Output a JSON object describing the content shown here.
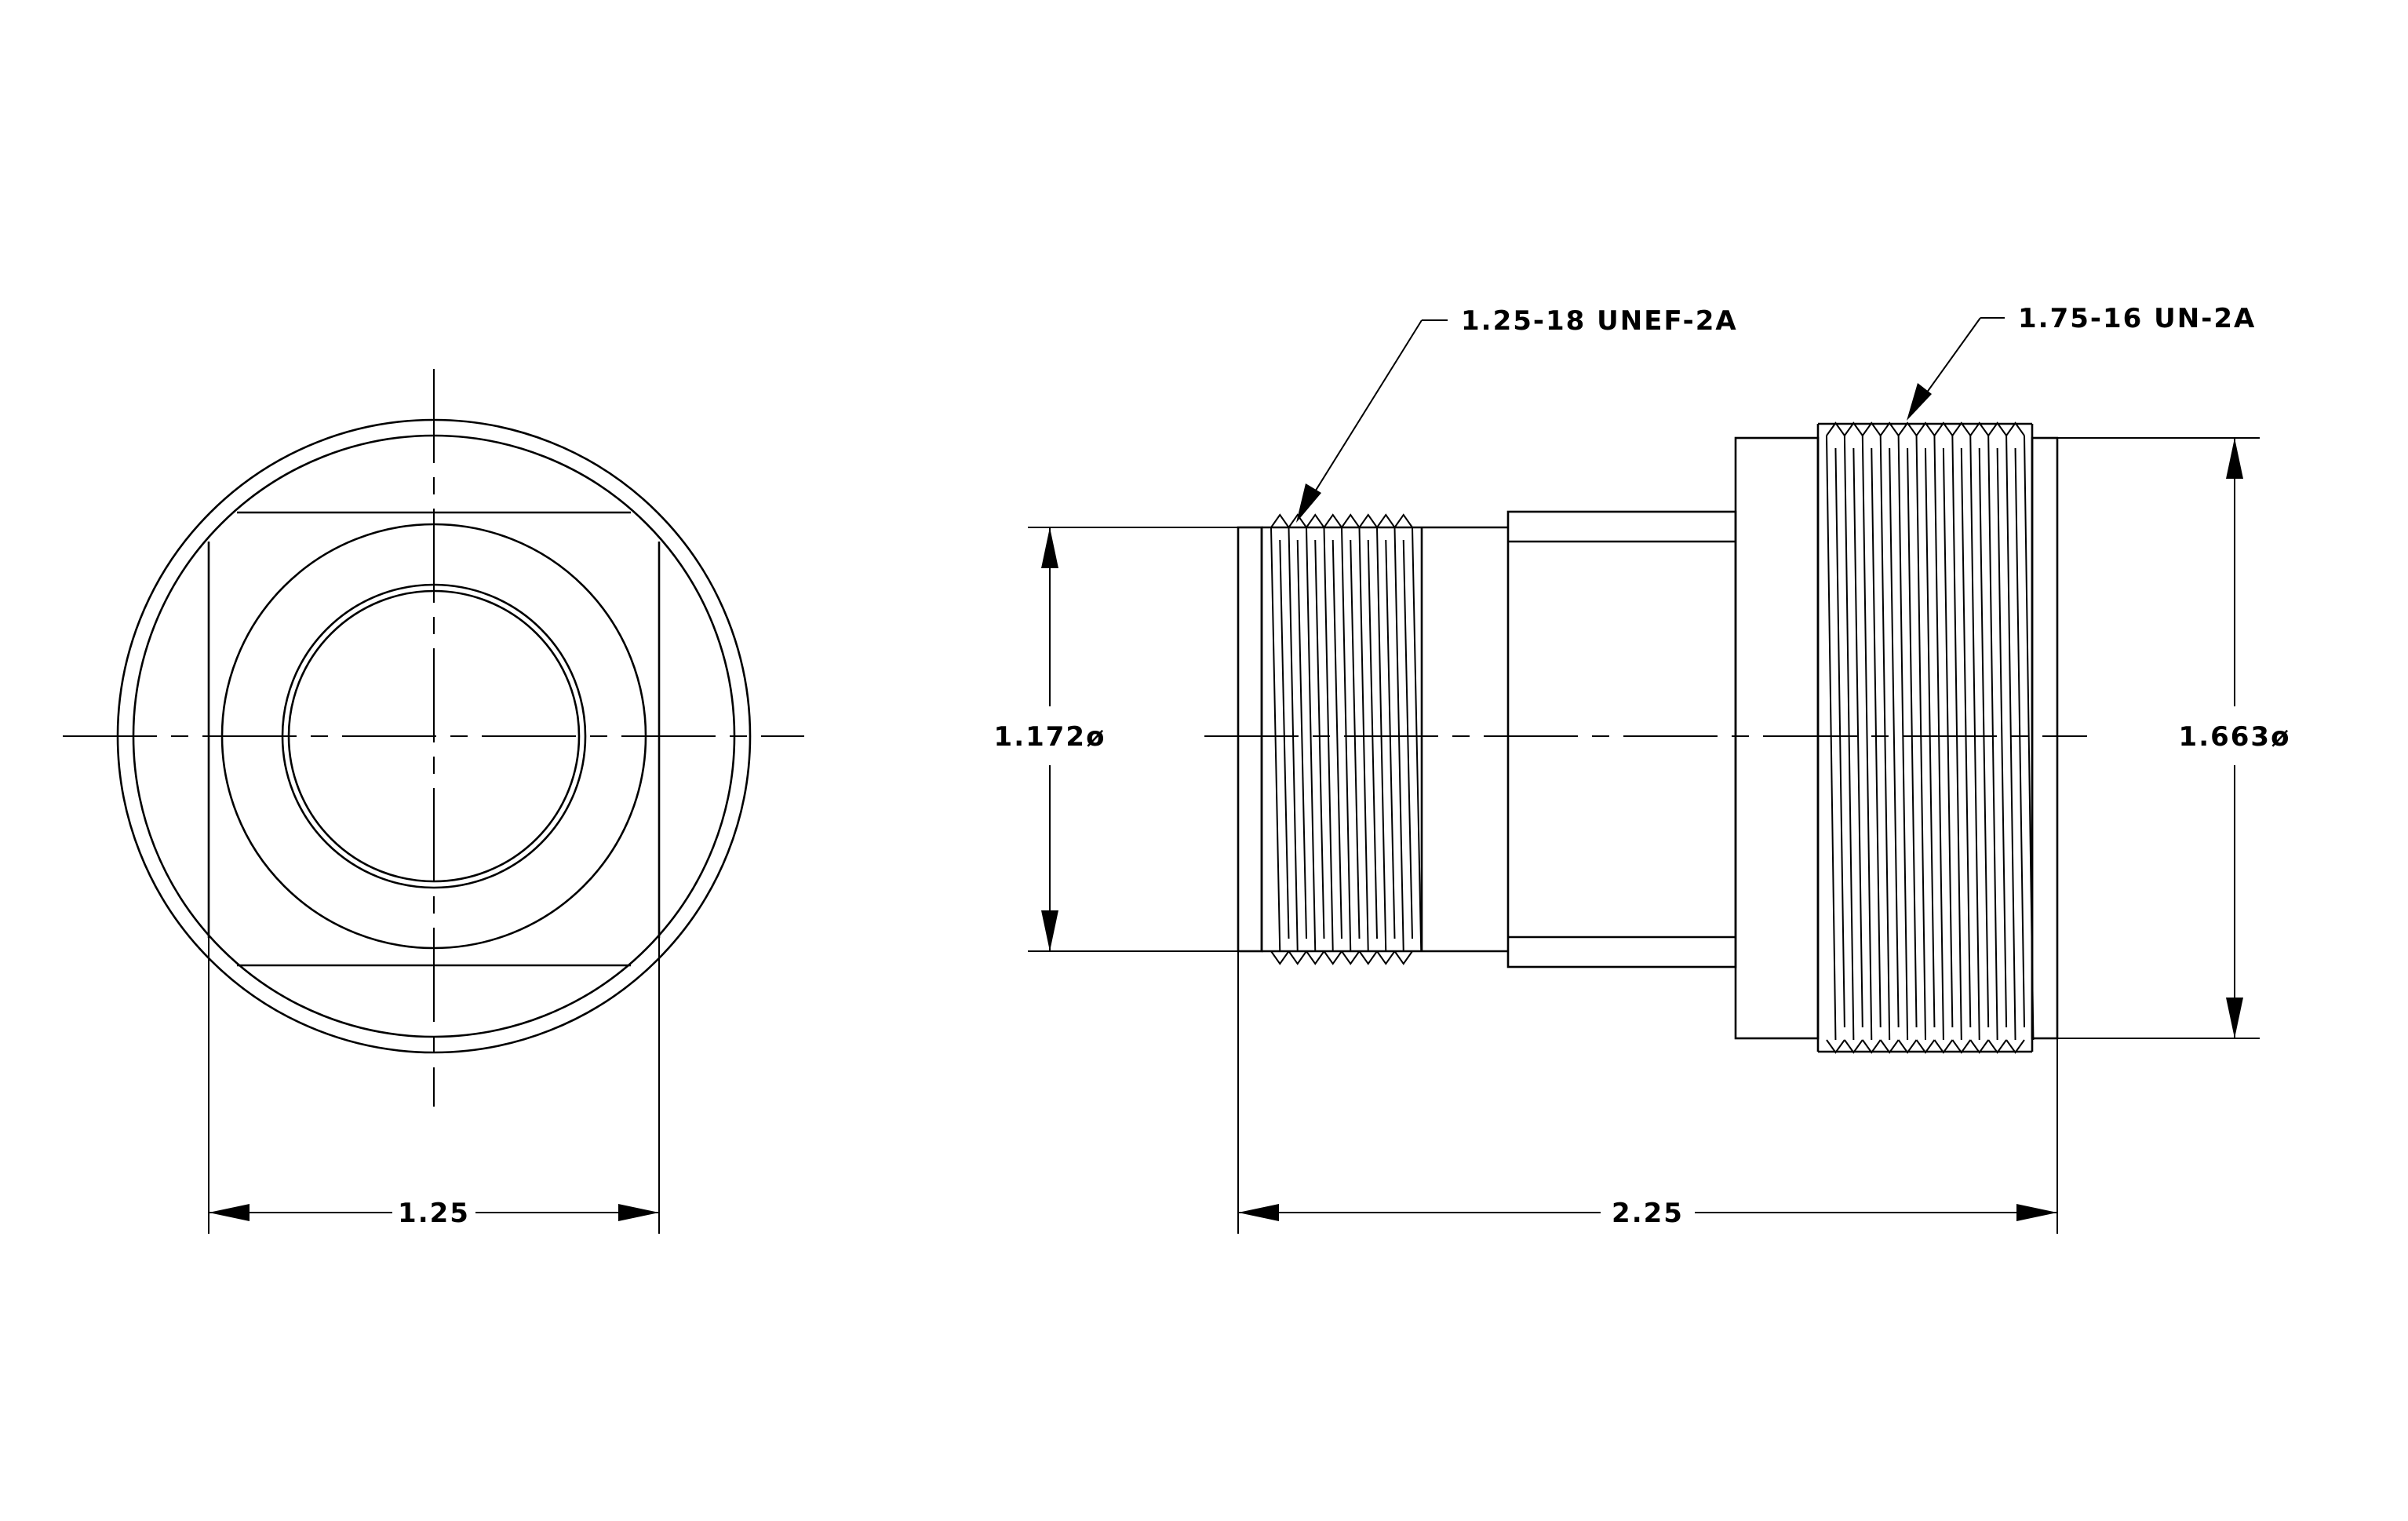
{
  "colors": {
    "line": "#000000",
    "background": "#ffffff"
  },
  "front_view": {
    "width_dim": "1.25"
  },
  "side_view": {
    "small_thread_callout": "1.25-18 UNEF-2A",
    "large_thread_callout": "1.75-16 UN-2A",
    "small_diameter_dim": "1.172ø",
    "large_diameter_dim": "1.663ø",
    "length_dim": "2.25"
  }
}
